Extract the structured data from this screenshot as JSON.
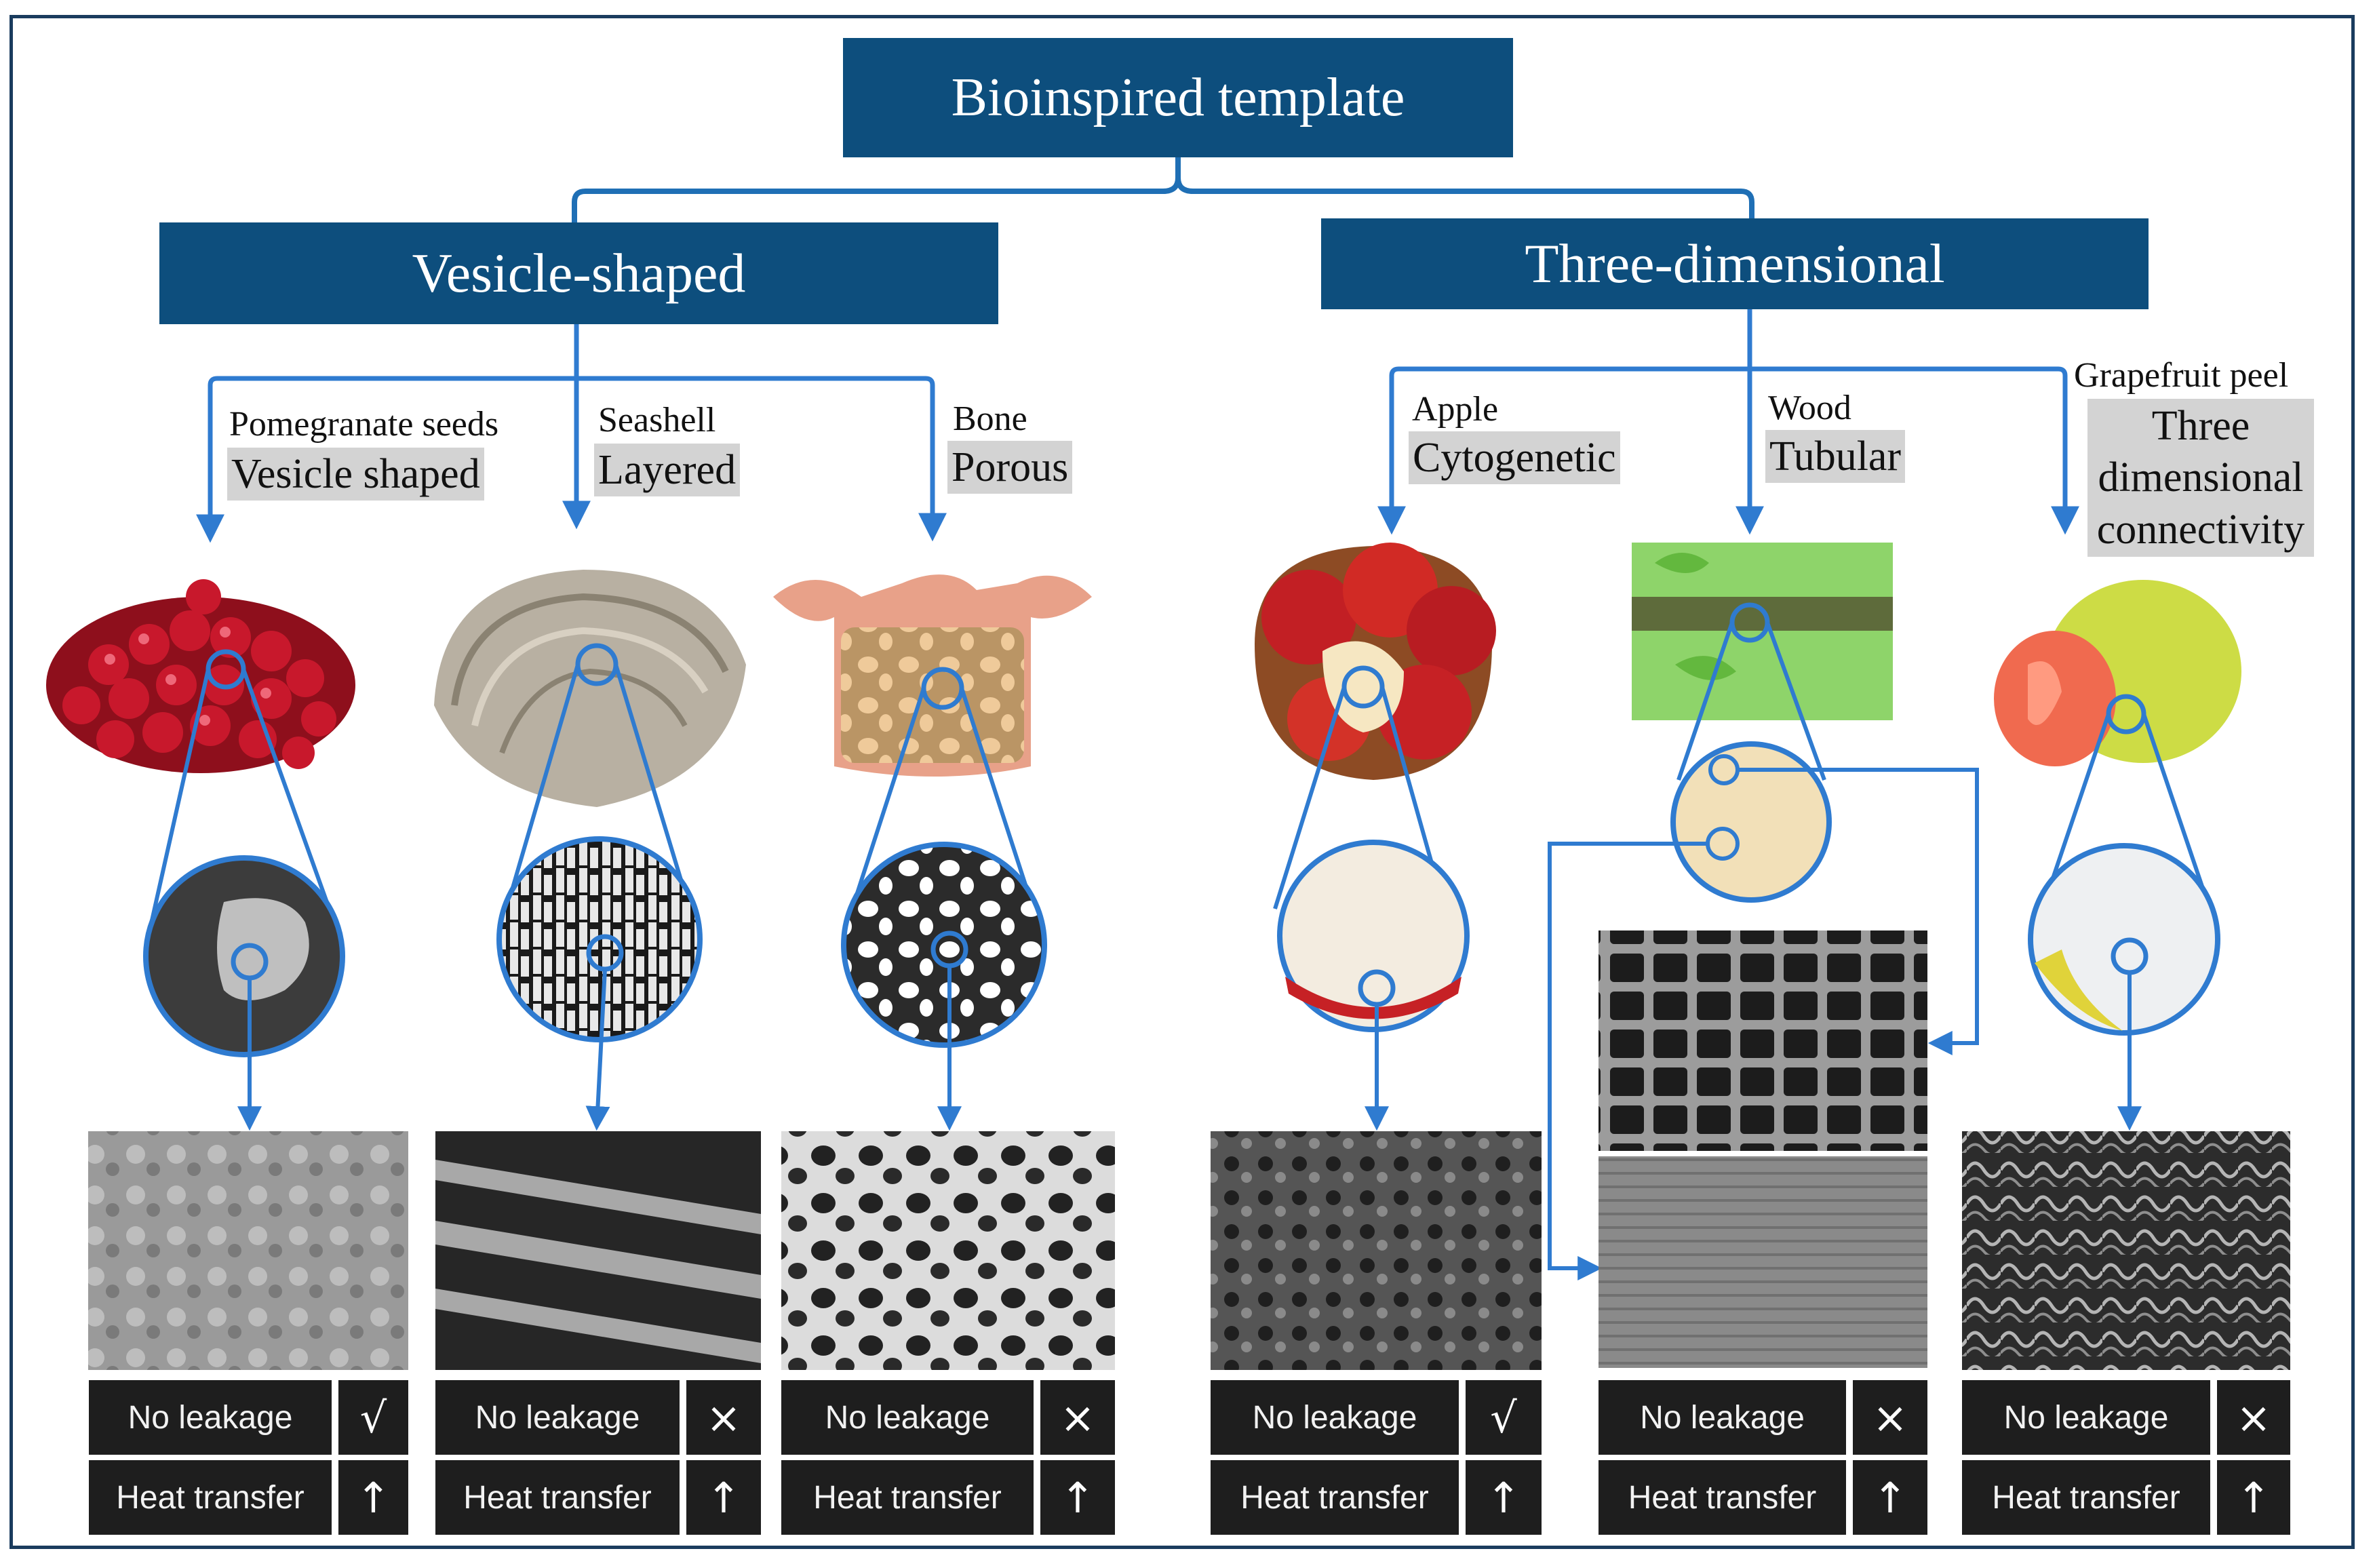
{
  "title": "Bioinspired template",
  "branches": [
    {
      "label": "Vesicle-shaped"
    },
    {
      "label": "Three-dimensional"
    }
  ],
  "items": [
    {
      "source": "Pomegranate seeds",
      "structure": "Vesicle shaped",
      "no_leakage": "√",
      "heat_transfer": "↑"
    },
    {
      "source": "Seashell",
      "structure": "Layered",
      "no_leakage": "×",
      "heat_transfer": "↑"
    },
    {
      "source": "Bone",
      "structure": "Porous",
      "no_leakage": "×",
      "heat_transfer": "↑"
    },
    {
      "source": "Apple",
      "structure": "Cytogenetic",
      "no_leakage": "√",
      "heat_transfer": "↑"
    },
    {
      "source": "Wood",
      "structure": "Tubular",
      "no_leakage": "×",
      "heat_transfer": "↑"
    },
    {
      "source": "Grapefruit peel",
      "structure": "Three dimensional connectivity",
      "no_leakage": "×",
      "heat_transfer": "↑"
    }
  ],
  "property_labels": {
    "no_leakage": "No leakage",
    "heat_transfer": "Heat transfer"
  },
  "colors": {
    "header_fill": "#0d4e7d",
    "connector": "#2f7bd0",
    "cell_fill": "#1e1e1e",
    "tag_fill": "#d3d3d3"
  }
}
